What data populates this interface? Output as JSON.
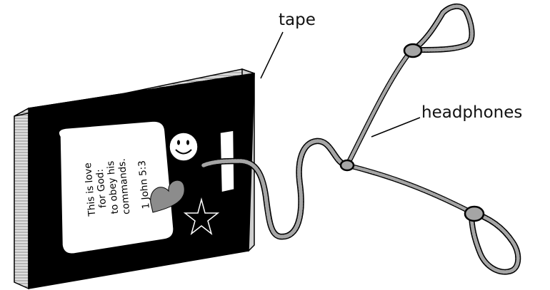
{
  "labels": {
    "tape": "tape",
    "headphones": "headphones"
  },
  "verse_card": {
    "lines": [
      "This is love",
      "for God:",
      "to obey his",
      "commands."
    ],
    "reference": "1 John 5:3"
  },
  "icons": {
    "stickers": [
      "smiley-face-icon",
      "heart-icon",
      "star-icon"
    ]
  },
  "colors": {
    "book_cover": "#000000",
    "card": "#ffffff",
    "heart": "#8c8c8c",
    "cord": "#a5a5a5"
  }
}
